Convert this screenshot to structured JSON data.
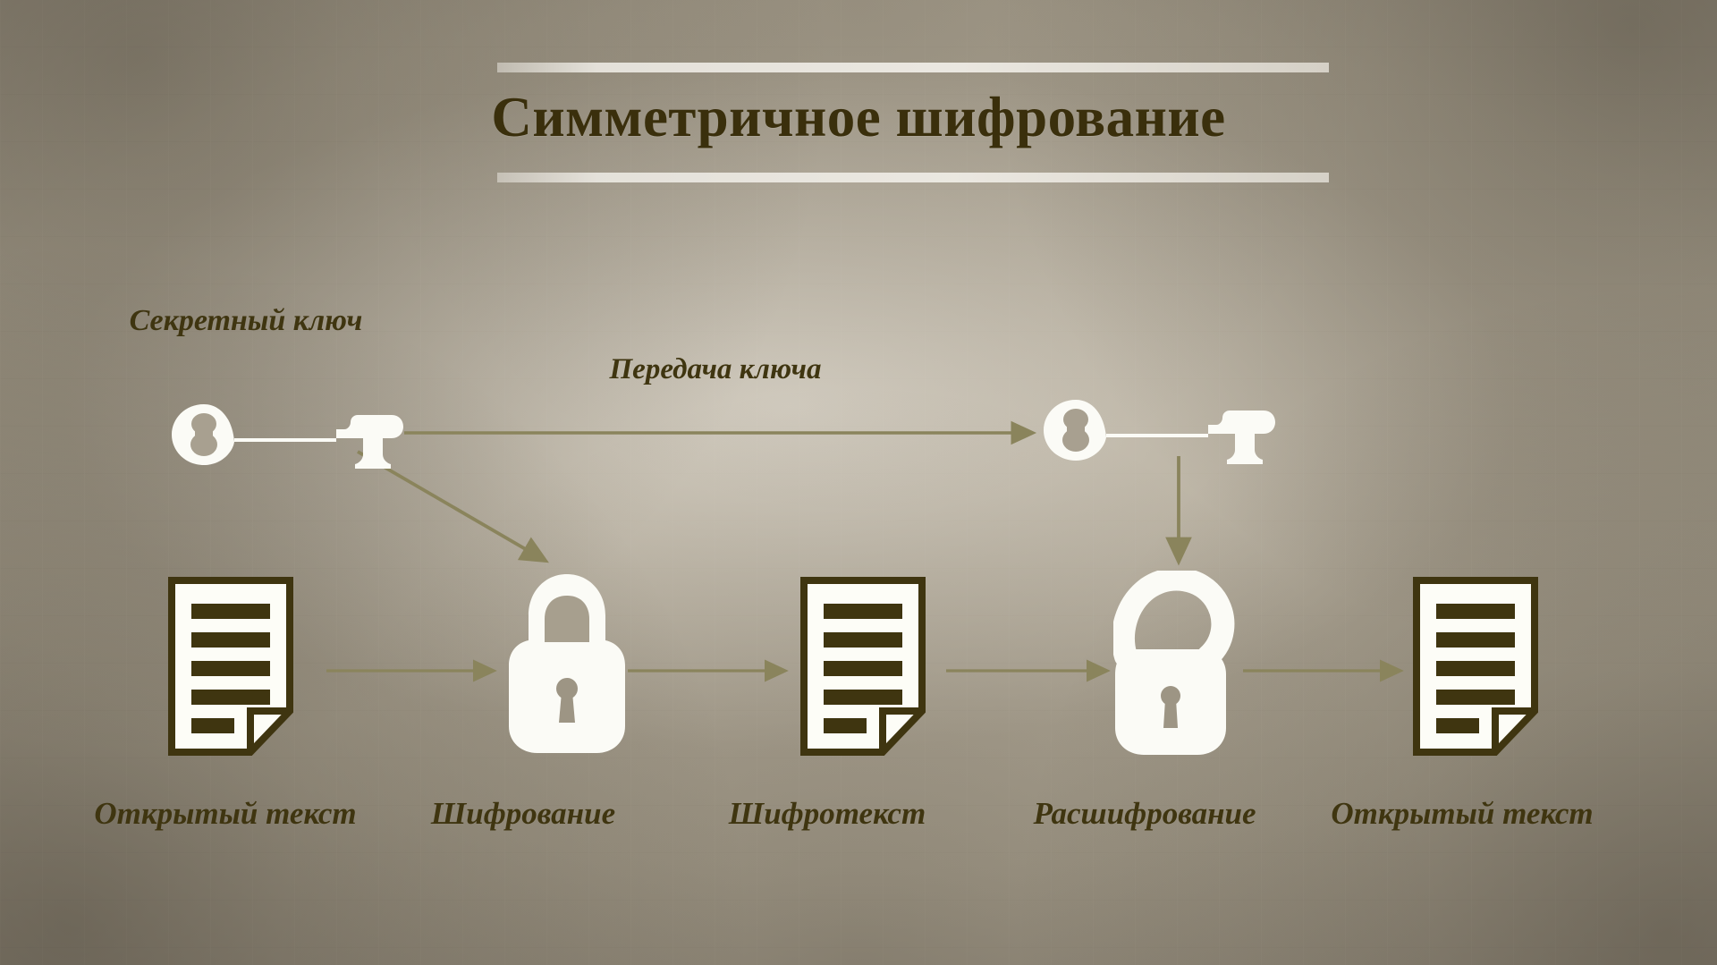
{
  "slide": {
    "title": "Симметричное шифрование",
    "background_colors": {
      "base": "#a59d8c",
      "light_center": "#d6d0c4",
      "dark_corner": "#6b6354"
    },
    "title_color": "#3a2f0c",
    "accent_bar_color": "#e8e5de",
    "label_color": "#3f3510",
    "arrow_color": "#8a845c",
    "icon_white": "#fbfbf6",
    "icon_outline": "#3f3510"
  },
  "diagram": {
    "type": "symmetric-encryption-flow",
    "labels": {
      "secret_key": "Секретный ключ",
      "key_transfer": "Передача ключа",
      "plaintext_left": "Открытый текст",
      "encryption": "Шифрование",
      "ciphertext": "Шифротекст",
      "decryption": "Расшифрование",
      "plaintext_right": "Открытый текст"
    },
    "icons": [
      {
        "name": "key-left",
        "type": "key-icon"
      },
      {
        "name": "key-right",
        "type": "key-icon"
      },
      {
        "name": "document-left",
        "type": "document-icon"
      },
      {
        "name": "padlock-closed",
        "type": "padlock-closed-icon"
      },
      {
        "name": "document-middle",
        "type": "document-icon"
      },
      {
        "name": "padlock-open",
        "type": "padlock-open-icon"
      },
      {
        "name": "document-right",
        "type": "document-icon"
      }
    ],
    "arrows": [
      {
        "name": "key-transfer-arrow",
        "from": "key-left",
        "to": "key-right"
      },
      {
        "name": "key-to-lock-arrow",
        "from": "key-left",
        "to": "padlock-closed"
      },
      {
        "name": "key-to-unlock-arrow",
        "from": "key-right",
        "to": "padlock-open"
      },
      {
        "name": "doc-to-lock-arrow",
        "from": "document-left",
        "to": "padlock-closed"
      },
      {
        "name": "lock-to-cipher-arrow",
        "from": "padlock-closed",
        "to": "document-middle"
      },
      {
        "name": "cipher-to-unlock-arrow",
        "from": "document-middle",
        "to": "padlock-open"
      },
      {
        "name": "unlock-to-doc-arrow",
        "from": "padlock-open",
        "to": "document-right"
      }
    ]
  }
}
